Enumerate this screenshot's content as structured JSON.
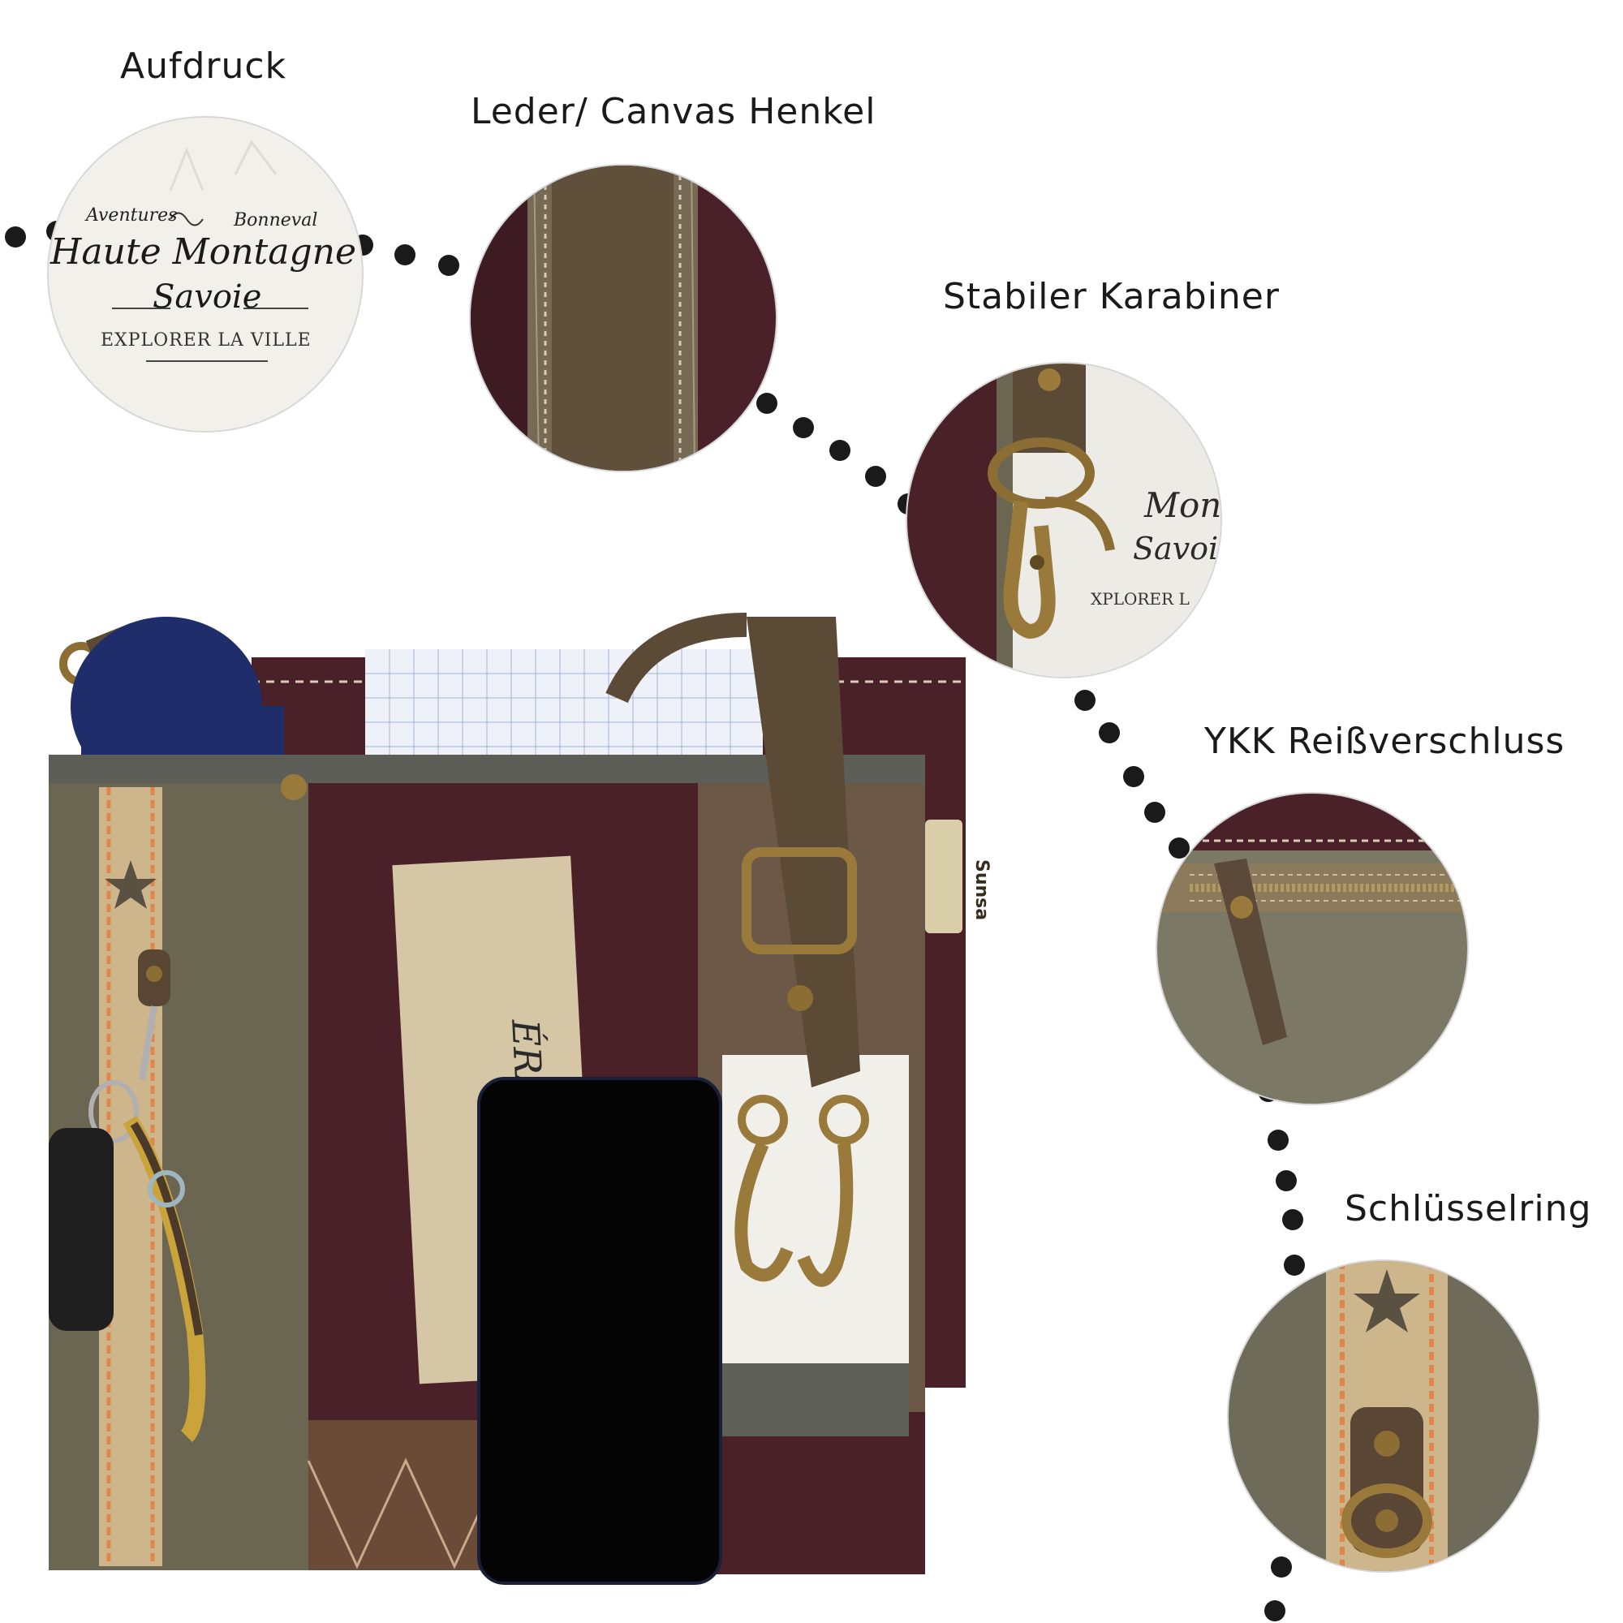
{
  "callouts": {
    "print": "Aufdruck",
    "handle": "Leder/ Canvas Henkel",
    "carabiner": "Stabiler Karabiner",
    "zipper": "YKK Reißverschluss",
    "keyring": "Schlüsselring"
  },
  "print_detail": {
    "line1_left": "Aventures",
    "line1_right": "Bonneval",
    "line2": "Haute Montagne",
    "line3": "Savoie",
    "line4": "EXPLORER LA VILLE"
  },
  "carabiner_detail": {
    "text1": "Mont",
    "text2": "Savoie",
    "text3": "XPLORER L"
  },
  "brand_tag": "Sunsa",
  "patch_text": "ÉRAN",
  "colors": {
    "burgundy": "#4a2128",
    "olive": "#6b6652",
    "leather": "#5b4a36",
    "brass": "#9a7a3a",
    "dots": "#1a1a1a"
  }
}
